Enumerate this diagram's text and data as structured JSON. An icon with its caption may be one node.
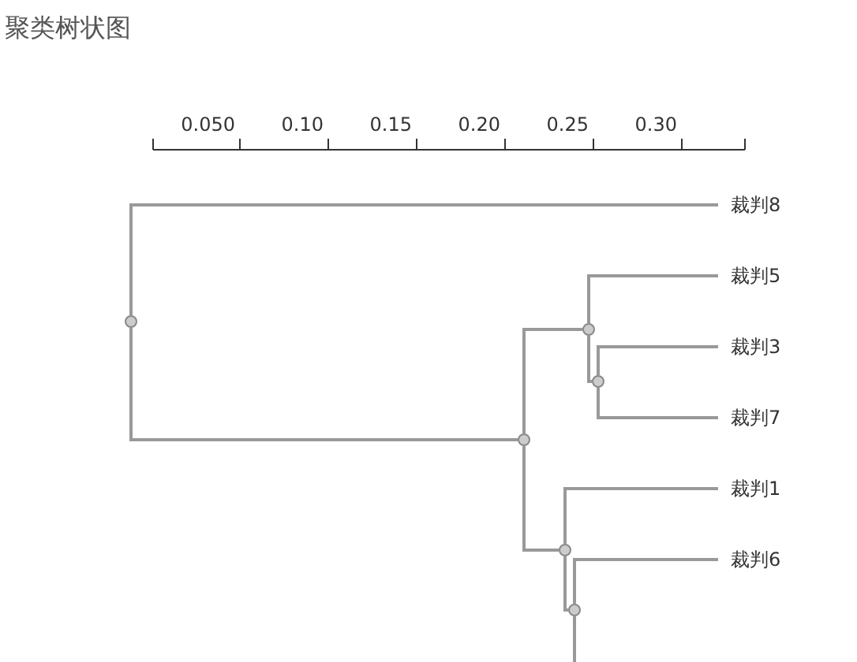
{
  "diagram": {
    "title": "聚类树状图",
    "nodes": [
      {
        "text": [
          "裁判8"
        ]
      },
      {
        "text": [
          "裁判5"
        ]
      },
      {
        "text": [
          "裁判3"
        ]
      },
      {
        "text": [
          "裁判7"
        ]
      },
      {
        "text": [
          "裁判1"
        ]
      },
      {
        "text": [
          "裁判6"
        ]
      },
      {
        "text": [],
        "shape": "circle"
      },
      {
        "text": [],
        "shape": "circle"
      },
      {
        "text": [],
        "shape": "circle"
      },
      {
        "text": [],
        "shape": "circle"
      },
      {
        "text": [],
        "shape": "circle"
      },
      {
        "text": [],
        "shape": "circle"
      }
    ],
    "edges": [
      {
        "from": 6,
        "to": 0,
        "arrow": "none"
      },
      {
        "from": 6,
        "to": 7,
        "arrow": "none"
      },
      {
        "from": 7,
        "to": 8,
        "arrow": "none"
      },
      {
        "from": 7,
        "to": 9,
        "arrow": "none"
      },
      {
        "from": 8,
        "to": 1,
        "arrow": "none"
      },
      {
        "from": 8,
        "to": 10,
        "arrow": "none"
      },
      {
        "from": 10,
        "to": 2,
        "arrow": "none"
      },
      {
        "from": 10,
        "to": 3,
        "arrow": "none"
      },
      {
        "from": 9,
        "to": 4,
        "arrow": "none"
      },
      {
        "from": 9,
        "to": 11,
        "arrow": "none"
      },
      {
        "from": 11,
        "to": 5,
        "arrow": "none"
      },
      {
        "from": 11,
        "to": null,
        "arrow": "none"
      }
    ],
    "labels": [
      "0.050",
      "0.10",
      "0.15",
      "0.20",
      "0.25",
      "0.30"
    ]
  }
}
